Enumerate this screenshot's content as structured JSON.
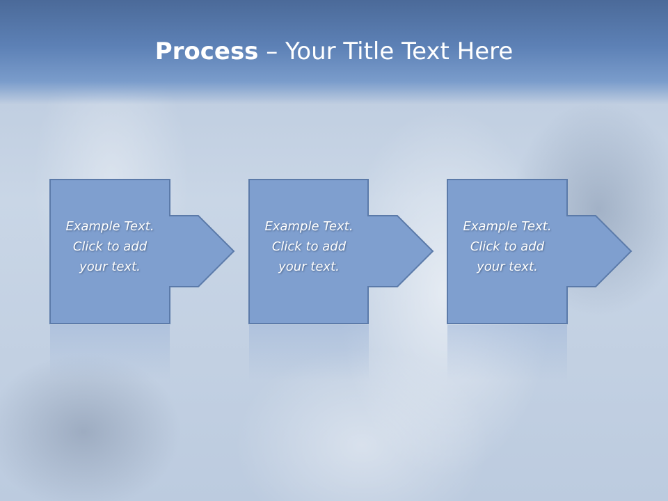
{
  "slide": {
    "title_bold": "Process",
    "title_rest": " – Your Title Text Here"
  },
  "steps": [
    {
      "line1": "Example Text.",
      "line2": "Click  to add",
      "line3": "your text."
    },
    {
      "line1": "Example Text.",
      "line2": "Click  to add",
      "line3": "your text."
    },
    {
      "line1": "Example Text.",
      "line2": "Click  to add",
      "line3": "your text."
    }
  ],
  "colors": {
    "header": "#5d81b6",
    "shape_fill": "#7f9fcf",
    "shape_stroke": "#5b7aa9",
    "text": "#ffffff"
  }
}
